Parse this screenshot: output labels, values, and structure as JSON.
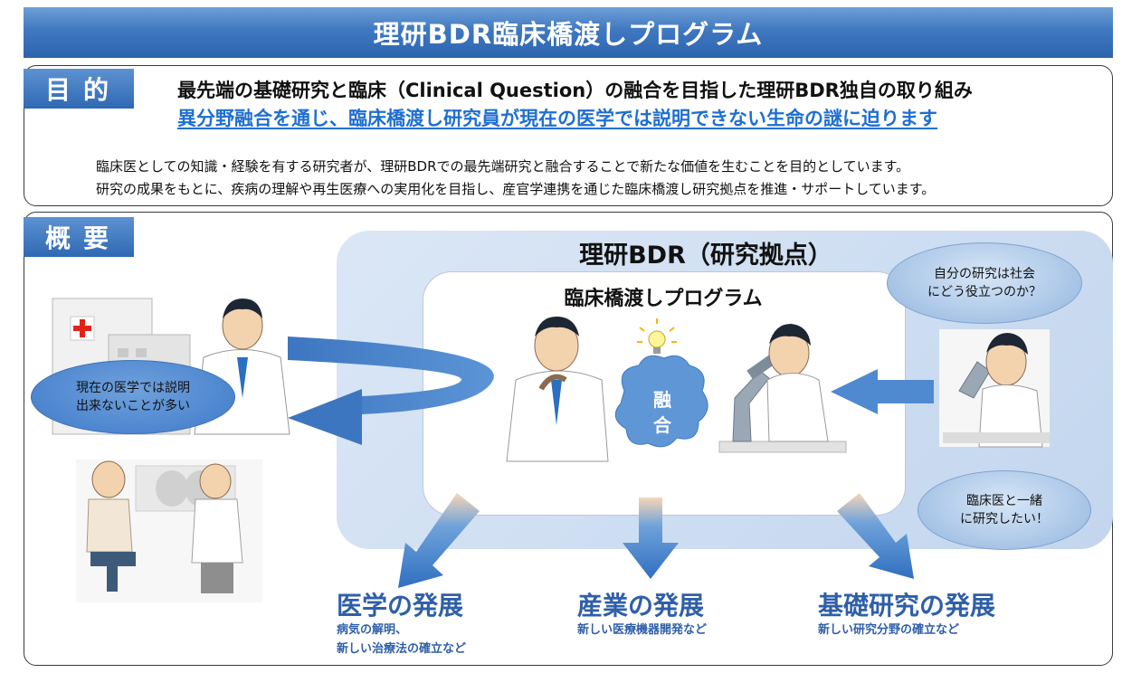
{
  "title": "理研BDR臨床橋渡しプログラム",
  "purpose": {
    "label": "目的",
    "heading": "最先端の基礎研究と臨床（Clinical Question）の融合を目指した理研BDR独自の取り組み",
    "subheading": "異分野融合を通じ、臨床橋渡し研究員が現在の医学では説明できない生命の謎に迫ります",
    "description": [
      "臨床医としての知識・経験を有する研究者が、理研BDRでの最先端研究と融合することで新たな価値を生むことを目的としています。",
      "研究の成果をもとに、疾病の理解や再生医療への実用化を目指し、産官学連携を通じた臨床橋渡し研究拠点を推進・サポートしています。"
    ]
  },
  "overview": {
    "label": "概要",
    "riken_title": "理研BDR（研究拠点）",
    "program_title": "臨床橋渡しプログラム",
    "bubble_left": "現在の医学では説明\n出来ないことが多い",
    "bubble_top": "自分の研究は社会\nにどう役立つのか？",
    "bubble_bottom": "臨床医と一緒\nに研究したい！",
    "fusion": "融\n合",
    "outcomes": [
      {
        "title": "医学の発展",
        "detail": "病気の解明、\n新しい治療法の確立など"
      },
      {
        "title": "産業の発展",
        "detail": "新しい医療機器開発など"
      },
      {
        "title": "基礎研究の発展",
        "detail": "新しい研究分野の確立など"
      }
    ]
  },
  "colors": {
    "accent_blue": "#3f78c1",
    "highlight_text": "#1f6fd1",
    "outcome_text": "#2f5fa8"
  }
}
